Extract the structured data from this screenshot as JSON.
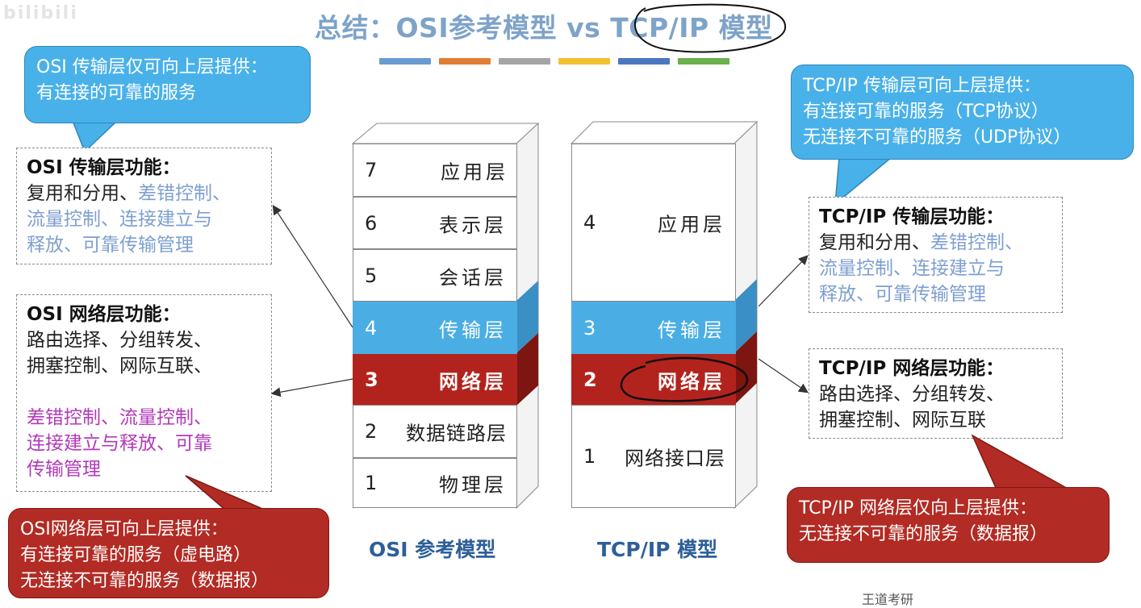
{
  "watermark": "bilibili",
  "title": "总结：OSI参考模型 vs TCP/IP 模型",
  "color_bars": [
    "#6a9bd1",
    "#e07d36",
    "#a5a5a5",
    "#f2c130",
    "#4b77be",
    "#6ab04c"
  ],
  "osi": {
    "label": "OSI 参考模型",
    "layers": [
      {
        "num": "7",
        "name": "应用层"
      },
      {
        "num": "6",
        "name": "表示层"
      },
      {
        "num": "5",
        "name": "会话层"
      },
      {
        "num": "4",
        "name": "传输层"
      },
      {
        "num": "3",
        "name": "网络层"
      },
      {
        "num": "2",
        "name": "数据链路层"
      },
      {
        "num": "1",
        "name": "物理层"
      }
    ]
  },
  "tcpip": {
    "label": "TCP/IP 模型",
    "layers": [
      {
        "num": "4",
        "name": "应用层"
      },
      {
        "num": "3",
        "name": "传输层"
      },
      {
        "num": "2",
        "name": "网络层"
      },
      {
        "num": "1",
        "name": "网络接口层"
      }
    ]
  },
  "osi_transport_callout": {
    "line1": "OSI 传输层仅可向上层提供：",
    "line2": "有连接的可靠的服务"
  },
  "osi_transport_box": {
    "head": "OSI 传输层功能：",
    "line1_plain": "复用和分用、",
    "line1_blue": "差错控制、",
    "line2": "流量控制、连接建立与",
    "line3": "释放、可靠传输管理"
  },
  "osi_network_box": {
    "head": "OSI 网络层功能：",
    "line1": "路由选择、分组转发、",
    "line2": "拥塞控制、网际互联、",
    "line3": "差错控制、流量控制、",
    "line4": "连接建立与释放、可靠",
    "line5": "传输管理"
  },
  "osi_network_callout": {
    "line1": "OSI网络层可向上层提供：",
    "line2": "有连接可靠的服务（虚电路）",
    "line3": "无连接不可靠的服务（数据报）"
  },
  "tcp_transport_callout": {
    "line1": "TCP/IP 传输层可向上层提供：",
    "line2": "有连接可靠的服务（TCP协议）",
    "line3": "无连接不可靠的服务（UDP协议）"
  },
  "tcp_transport_box": {
    "head": "TCP/IP 传输层功能：",
    "line1_plain": "复用和分用、",
    "line1_blue": "差错控制、",
    "line2": "流量控制、连接建立与",
    "line3": "释放、可靠传输管理"
  },
  "tcp_network_box": {
    "head": "TCP/IP 网络层功能：",
    "line1": "路由选择、分组转发、",
    "line2": "拥塞控制、网际互联"
  },
  "tcp_network_callout": {
    "line1": "TCP/IP 网络层仅向上层提供：",
    "line2": "无连接不可靠的服务（数据报）"
  },
  "bottom_watermark": "王道考研"
}
